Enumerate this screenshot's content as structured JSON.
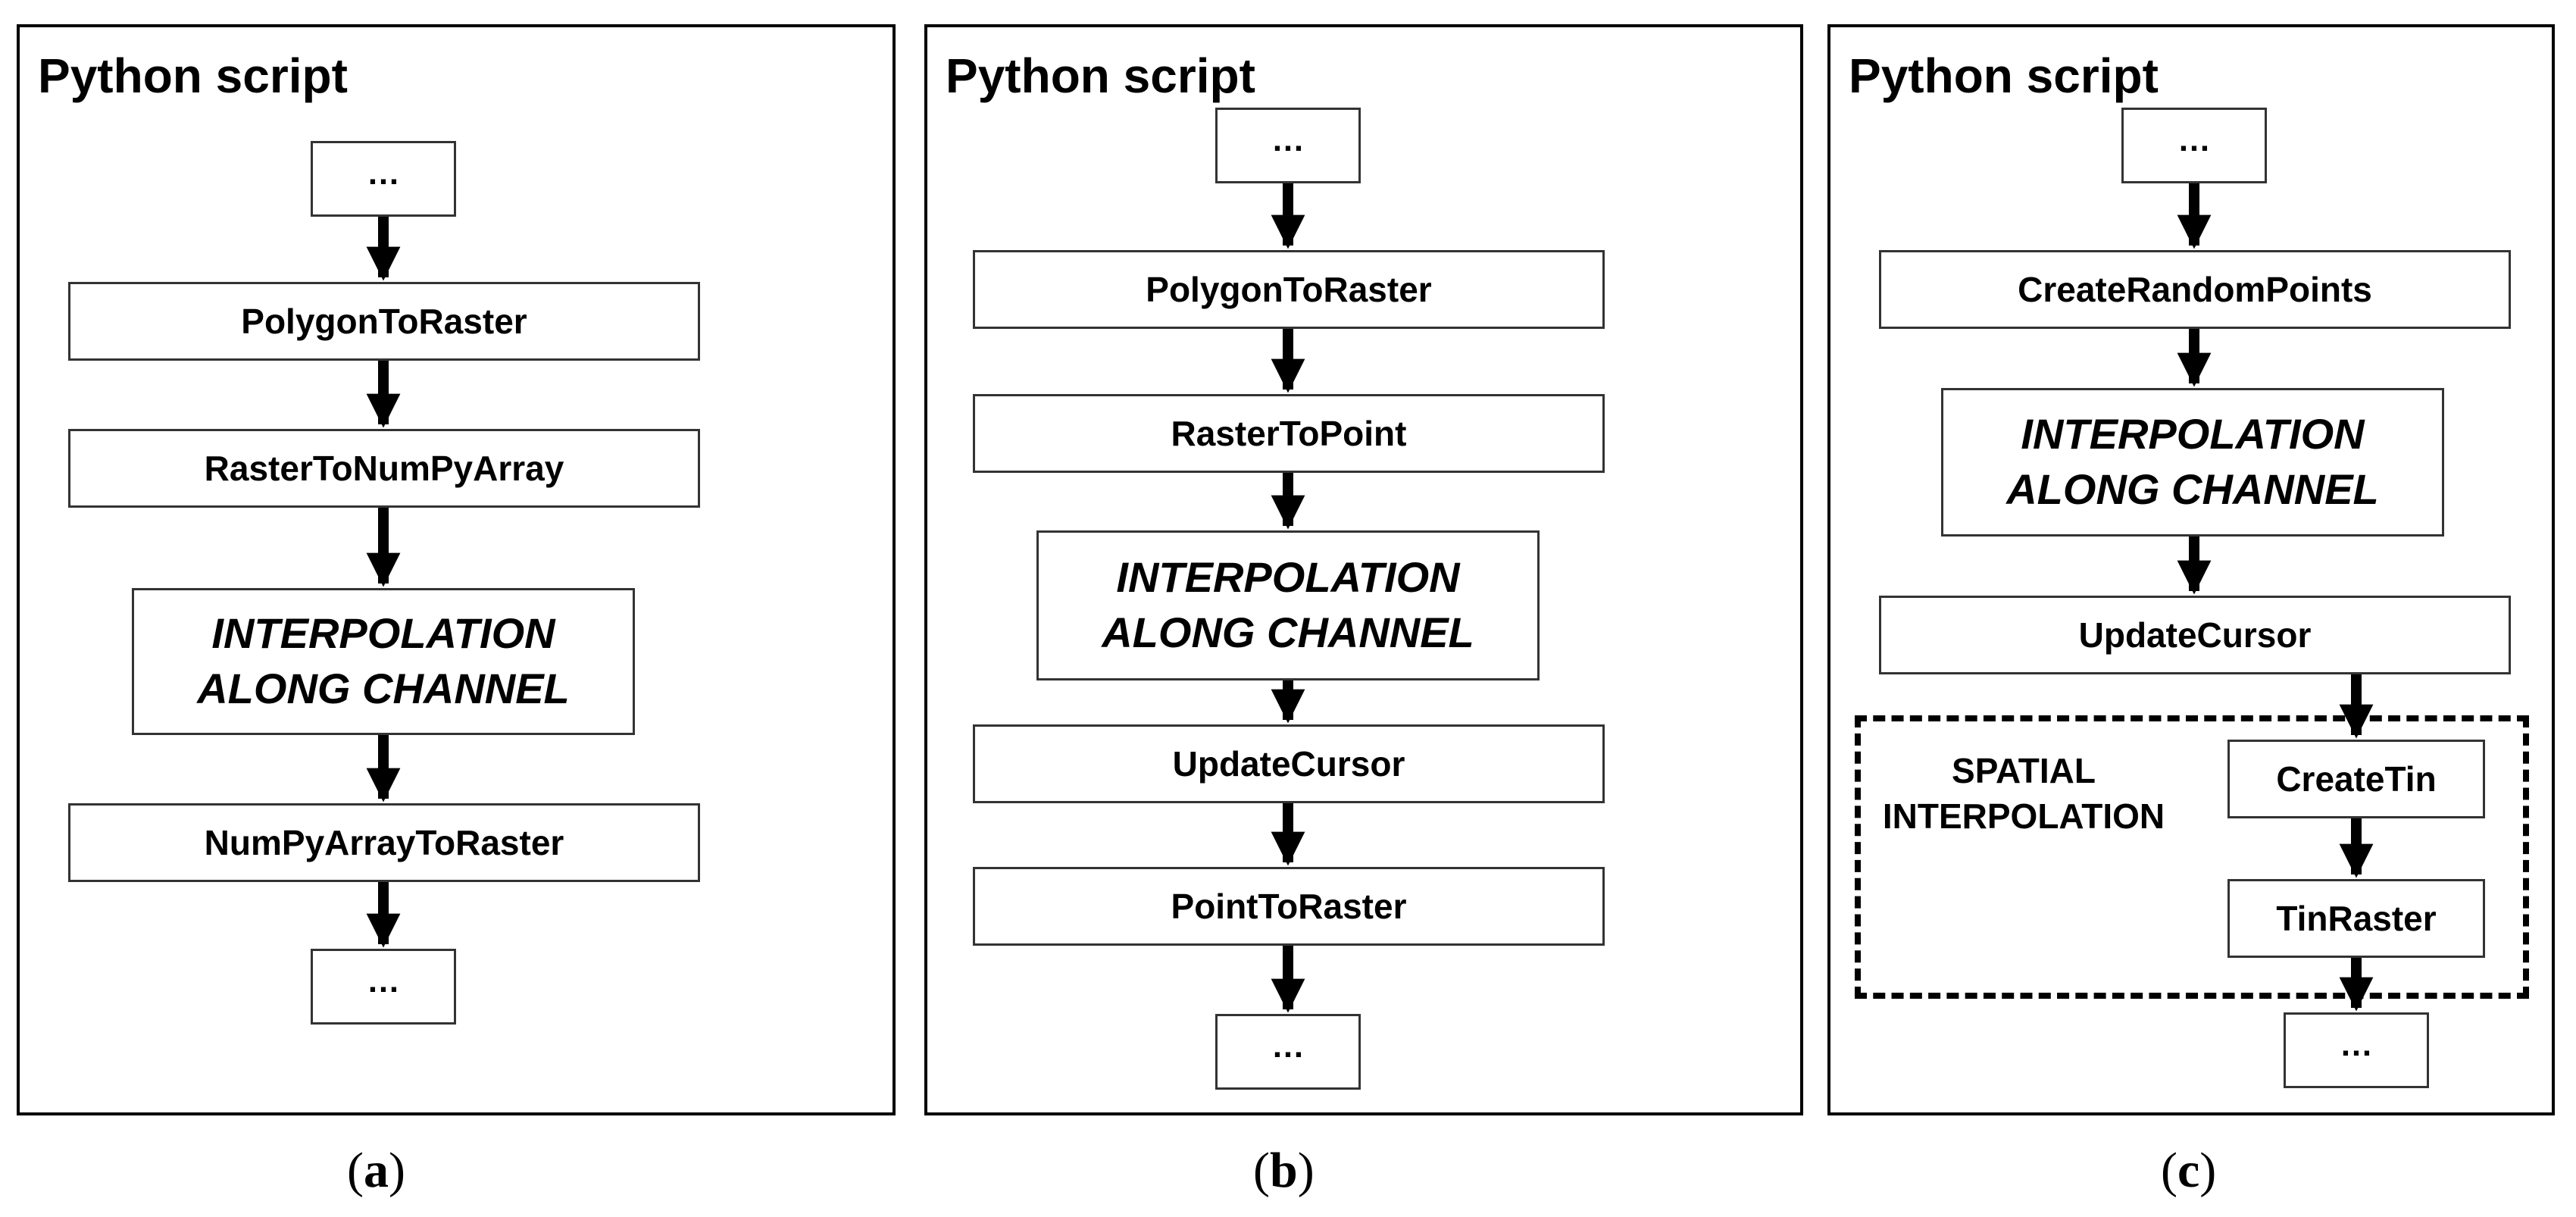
{
  "panels": {
    "a": {
      "title": "Python script",
      "caption_letter": "a",
      "steps": [
        "…",
        "PolygonToRaster",
        "RasterToNumPyArray",
        "INTERPOLATION\nALONG CHANNEL",
        "NumPyArrayToRaster",
        "…"
      ]
    },
    "b": {
      "title": "Python script",
      "caption_letter": "b",
      "steps": [
        "…",
        "PolygonToRaster",
        "RasterToPoint",
        "INTERPOLATION\nALONG CHANNEL",
        "UpdateCursor",
        "PointToRaster",
        "…"
      ]
    },
    "c": {
      "title": "Python script",
      "caption_letter": "c",
      "steps": [
        "…",
        "CreateRandomPoints",
        "INTERPOLATION\nALONG CHANNEL",
        "UpdateCursor",
        "CreateTin",
        "TinRaster",
        "…"
      ],
      "group_label": "SPATIAL\nINTERPOLATION"
    }
  },
  "caption_open": "(",
  "caption_close": ")"
}
